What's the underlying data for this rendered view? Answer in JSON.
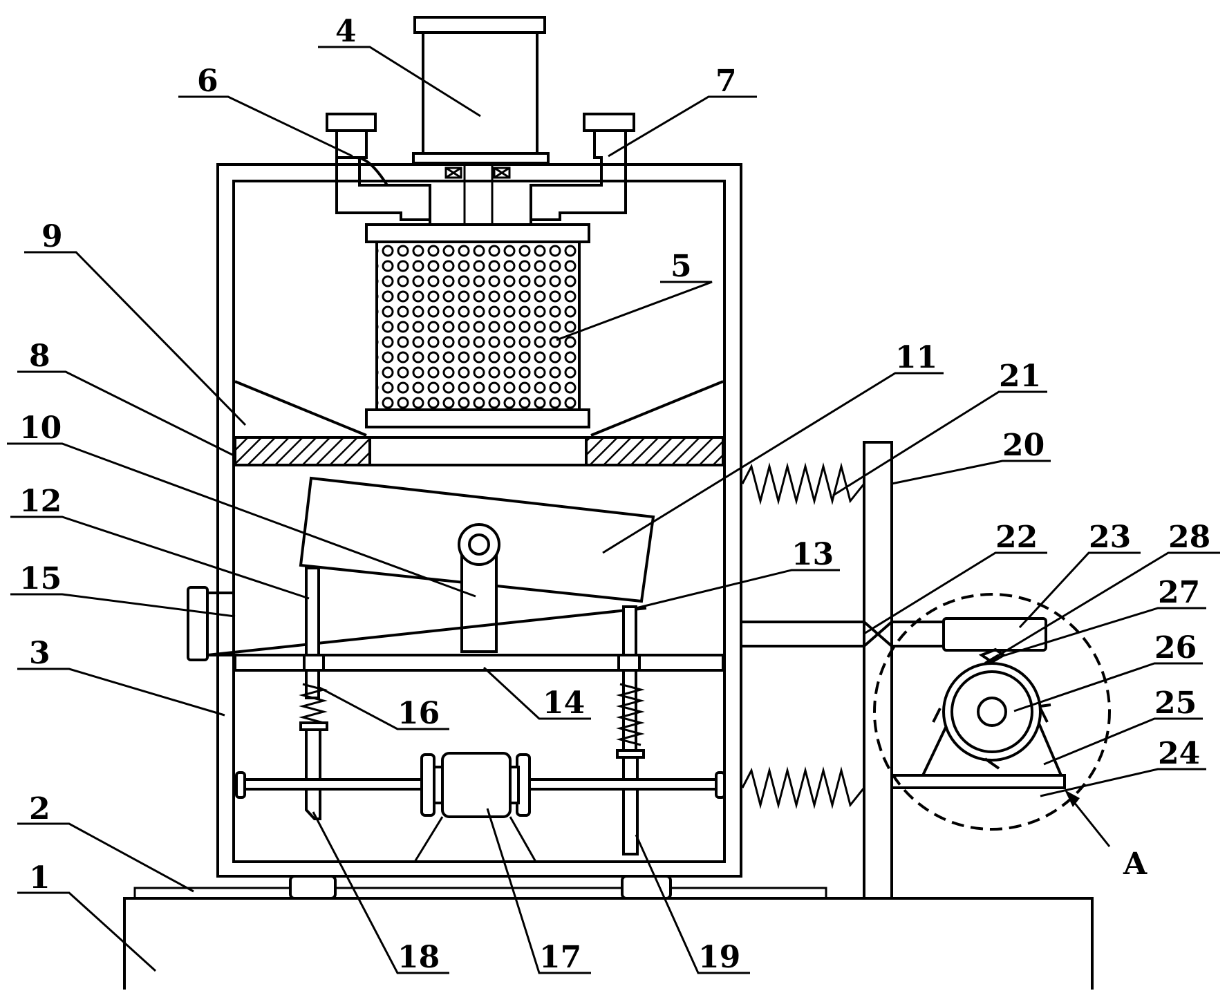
{
  "labels": [
    "1",
    "2",
    "3",
    "4",
    "5",
    "6",
    "7",
    "8",
    "9",
    "10",
    "11",
    "12",
    "13",
    "14",
    "15",
    "16",
    "17",
    "18",
    "19",
    "20",
    "21",
    "22",
    "23",
    "24",
    "25",
    "26",
    "27",
    "28"
  ],
  "detail_label": "A",
  "colors": {
    "line": "#000000",
    "background": "#ffffff"
  }
}
